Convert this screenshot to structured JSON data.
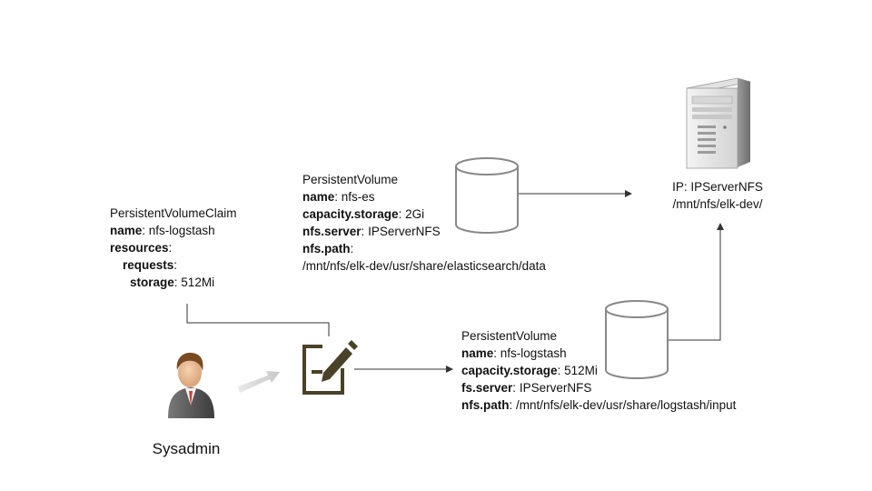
{
  "pvc": {
    "kind": "PersistentVolumeClaim",
    "name_key": "name",
    "name_value": "nfs-logstash",
    "resources_key": "resources",
    "requests_key": "requests",
    "storage_key": "storage",
    "storage_value": "512Mi"
  },
  "pv_es": {
    "kind": "PersistentVolume",
    "name_key": "name",
    "name_value": "nfs-es",
    "capacity_key": "capacity.storage",
    "capacity_value": "2Gi",
    "server_key": "nfs.server",
    "server_value": "IPServerNFS",
    "path_key": "nfs.path",
    "path_value": "/mnt/nfs/elk-dev/usr/share/elasticsearch/data"
  },
  "pv_logstash": {
    "kind": "PersistentVolume",
    "name_key": "name",
    "name_value": "nfs-logstash",
    "capacity_key": "capacity.storage",
    "capacity_value": "512Mi",
    "server_key": "fs.server",
    "server_value": "IPServerNFS",
    "path_key": "nfs.path",
    "path_value": "/mnt/nfs/elk-dev/usr/share/logstash/input"
  },
  "server": {
    "ip_line": "IP: IPServerNFS",
    "path_line": "/mnt/nfs/elk-dev/"
  },
  "actor": {
    "label": "Sysadmin"
  },
  "icons": {
    "server": "server-tower-icon",
    "cylinder": "storage-cylinder-icon",
    "edit": "edit-document-icon",
    "person": "person-icon",
    "arrow": "arrow-right-icon"
  },
  "colors": {
    "line": "#333333",
    "cylinder_stroke": "#888888",
    "edit_icon": "#4a4228",
    "arrow_fill": "#d4d4d4"
  }
}
